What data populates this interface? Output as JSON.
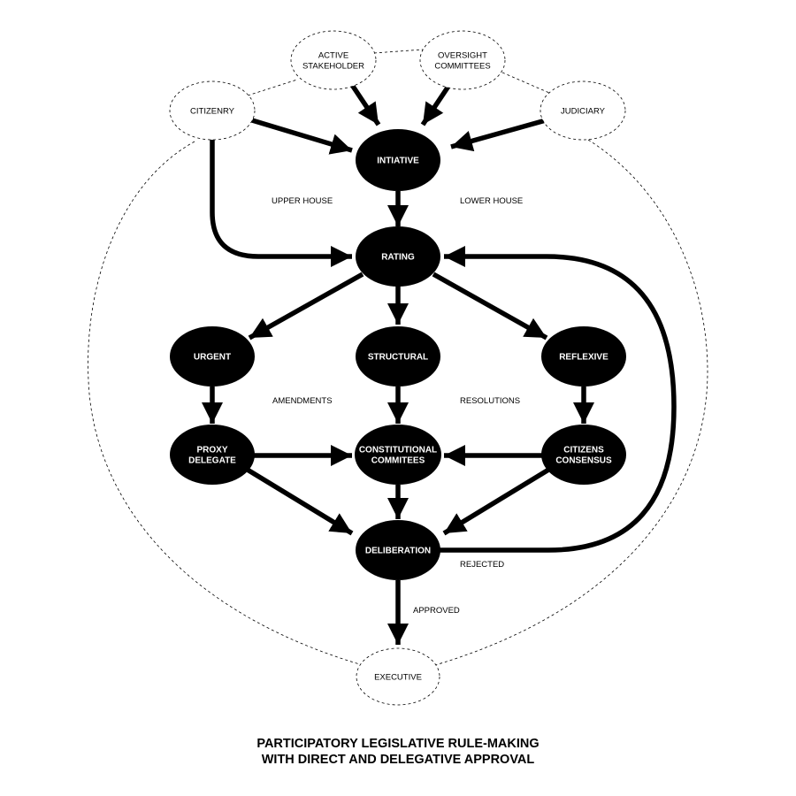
{
  "diagram": {
    "outer_nodes": {
      "active_stakeholder": [
        "ACTIVE",
        "STAKEHOLDER"
      ],
      "oversight_committees": [
        "OVERSIGHT",
        "COMMITTEES"
      ],
      "citizenry": [
        "CITIZENRY"
      ],
      "judiciary": [
        "JUDICIARY"
      ],
      "executive": [
        "EXECUTIVE"
      ]
    },
    "process_nodes": {
      "initiative": [
        "INTIATIVE"
      ],
      "rating": [
        "RATING"
      ],
      "urgent": [
        "URGENT"
      ],
      "structural": [
        "STRUCTURAL"
      ],
      "reflexive": [
        "REFLEXIVE"
      ],
      "proxy_delegate": [
        "PROXY",
        "DELEGATE"
      ],
      "constitutional_committees": [
        "CONSTITUTIONAL",
        "COMMITEES"
      ],
      "citizens_consensus": [
        "CITIZENS",
        "CONSENSUS"
      ],
      "deliberation": [
        "DELIBERATION"
      ]
    },
    "edge_labels": {
      "upper_house": "UPPER HOUSE",
      "lower_house": "LOWER HOUSE",
      "amendments": "AMENDMENTS",
      "resolutions": "RESOLUTIONS",
      "rejected": "REJECTED",
      "approved": "APPROVED"
    },
    "caption": {
      "line1": "PARTICIPATORY LEGISLATIVE RULE-MAKING",
      "line2": "WITH DIRECT AND DELEGATIVE APPROVAL"
    },
    "colors": {
      "node_fill": "#000000",
      "node_text": "#ffffff",
      "stroke": "#000000",
      "background": "#ffffff"
    }
  }
}
